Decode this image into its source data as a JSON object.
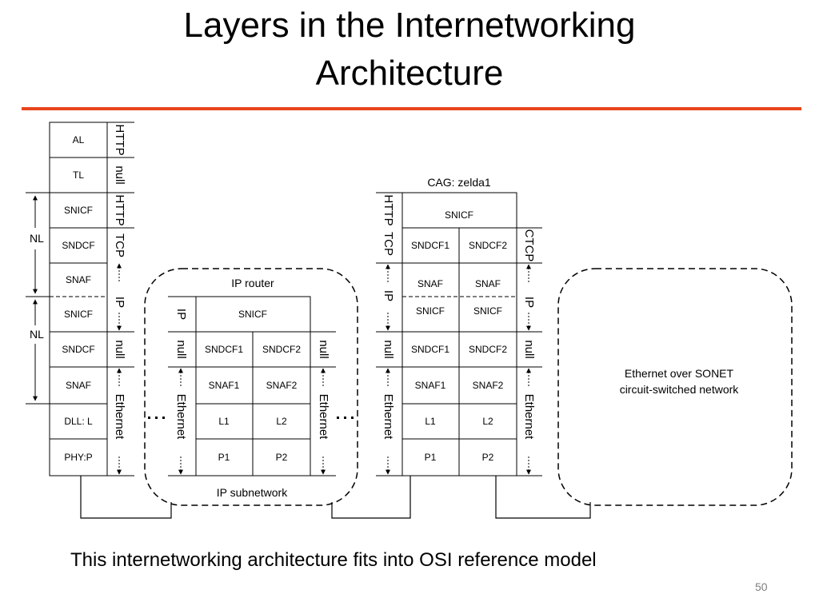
{
  "slide": {
    "title_line1": "Layers in the Internetworking",
    "title_line2": "Architecture",
    "caption": "This internetworking architecture fits into OSI reference model",
    "page_number": "50",
    "accent_color": "#e8451e"
  },
  "end_system": {
    "layers": [
      "AL",
      "TL",
      "SNICF",
      "SNDCF",
      "SNAF",
      "SNICF",
      "SNDCF",
      "SNAF",
      "DLL: L",
      "PHY:P"
    ],
    "protocols": [
      "HTTP",
      "null",
      "HTTP",
      "TCP",
      "IP",
      "null",
      "Ethernet"
    ],
    "nl_label_1": "NL",
    "nl_label_2": "NL"
  },
  "ip_router": {
    "label": "IP router",
    "subnetwork_label": "IP subnetwork",
    "snicf": "SNICF",
    "left_cells": [
      "SNDCF1",
      "SNAF1",
      "L1",
      "P1"
    ],
    "right_cells": [
      "SNDCF2",
      "SNAF2",
      "L2",
      "P2"
    ],
    "left_protocols": [
      "IP",
      "null",
      "Ethernet"
    ],
    "right_protocols": [
      "null",
      "Ethernet"
    ]
  },
  "cag": {
    "label": "CAG: zelda1",
    "snicf": "SNICF",
    "left_cells": [
      "SNDCF1",
      "SNAF",
      "SNICF",
      "SNDCF1",
      "SNAF1",
      "L1",
      "P1"
    ],
    "right_cells": [
      "SNDCF2",
      "SNAF",
      "SNICF",
      "SNDCF2",
      "SNAF2",
      "L2",
      "P2"
    ],
    "left_protocols": [
      "HTTP",
      "TCP",
      "IP",
      "null",
      "Ethernet"
    ],
    "right_protocols": [
      "CTCP",
      "IP",
      "null",
      "Ethernet"
    ]
  },
  "sonet": {
    "line1": "Ethernet over SONET",
    "line2": "circuit-switched network"
  }
}
